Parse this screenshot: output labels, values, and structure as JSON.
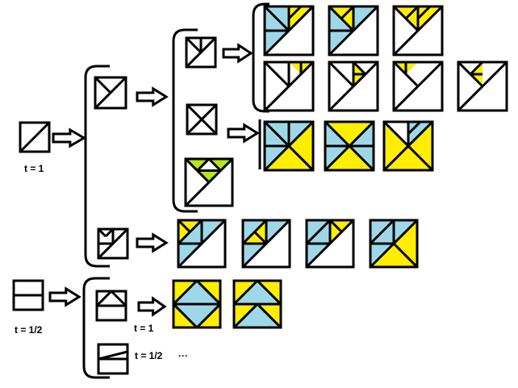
{
  "colors": {
    "blue": "#9ed8e8",
    "yellow": "#ffee00",
    "green": "#b5e61d",
    "line": "#000000",
    "bg": "#ffffff"
  },
  "labels": {
    "root_t1": "t = 1",
    "root_t_half": "t = 1/2",
    "sub_t1": "t = 1",
    "sub_t_half": "t = 1/2",
    "ellipsis": "···"
  },
  "tiles": [
    {
      "id": "root-diag",
      "lines": [
        [
          0,
          1,
          1,
          0
        ]
      ],
      "fills": []
    },
    {
      "id": "root-half",
      "lines": [
        [
          0,
          0.5,
          1,
          0.5
        ]
      ],
      "fills": []
    },
    {
      "id": "diag-v",
      "lines": [
        [
          0,
          1,
          1,
          0
        ],
        [
          0,
          0,
          0.5,
          0.5
        ]
      ],
      "fills": []
    },
    {
      "id": "diag-sub",
      "lines": [
        [
          0,
          1,
          1,
          0
        ],
        [
          0.5,
          0,
          0.5,
          0.5
        ],
        [
          0,
          0.5,
          0.5,
          0.5
        ],
        [
          0,
          0,
          0.25,
          0.25
        ],
        [
          0.25,
          0.25,
          0.5,
          0
        ]
      ],
      "fills": []
    },
    {
      "id": "v-vert",
      "lines": [
        [
          0,
          1,
          1,
          0
        ],
        [
          0,
          0,
          0.5,
          0.5
        ],
        [
          0.5,
          0,
          0.5,
          0.5
        ]
      ],
      "fills": []
    },
    {
      "id": "x",
      "lines": [
        [
          0,
          1,
          1,
          0
        ],
        [
          0,
          0,
          1,
          1
        ]
      ],
      "fills": []
    },
    {
      "id": "green",
      "lines": [
        [
          0,
          1,
          1,
          0
        ],
        [
          0,
          0,
          0.5,
          0.5
        ],
        [
          0.25,
          0.25,
          0.75,
          0.25
        ],
        [
          0.25,
          0.25,
          0.5,
          0
        ],
        [
          0.5,
          0,
          0.75,
          0.25
        ]
      ],
      "fills": [
        [
          "green",
          [
            [
              0,
              0
            ],
            [
              0.5,
              0
            ],
            [
              0.25,
              0.25
            ]
          ]
        ],
        [
          "green",
          [
            [
              0.5,
              0
            ],
            [
              1,
              0
            ],
            [
              0.75,
              0.25
            ]
          ]
        ],
        [
          "green",
          [
            [
              0.25,
              0.25
            ],
            [
              0.75,
              0.25
            ],
            [
              0.5,
              0.5
            ]
          ]
        ]
      ]
    },
    {
      "id": "r1a",
      "lines": [
        [
          0,
          1,
          1,
          0
        ],
        [
          0,
          0,
          0.5,
          0.5
        ],
        [
          0.5,
          0,
          0.5,
          0.5
        ],
        [
          0,
          0.5,
          0.5,
          0.5
        ],
        [
          0.5,
          0.25,
          0.75,
          0
        ]
      ],
      "fills": [
        [
          "blue",
          [
            [
              0,
              0
            ],
            [
              0.5,
              0
            ],
            [
              0.5,
              0.5
            ],
            [
              0,
              0.5
            ]
          ]
        ],
        [
          "blue",
          [
            [
              0,
              0.5
            ],
            [
              0.5,
              0.5
            ],
            [
              0,
              1
            ]
          ]
        ],
        [
          "yellow",
          [
            [
              0.5,
              0
            ],
            [
              1,
              0
            ],
            [
              0.5,
              0.5
            ]
          ]
        ]
      ]
    },
    {
      "id": "r1b",
      "lines": [
        [
          0,
          1,
          1,
          0
        ],
        [
          0,
          0,
          0.5,
          0.5
        ],
        [
          0.5,
          0,
          0.5,
          0.5
        ],
        [
          0,
          0.5,
          0.5,
          0.5
        ],
        [
          0.25,
          0.25,
          0.5,
          0
        ]
      ],
      "fills": [
        [
          "blue",
          [
            [
              0,
              0
            ],
            [
              1,
              0
            ],
            [
              0,
              1
            ]
          ]
        ],
        [
          "yellow",
          [
            [
              0,
              0
            ],
            [
              0.5,
              0
            ],
            [
              0.25,
              0.25
            ]
          ]
        ],
        [
          "yellow",
          [
            [
              0.25,
              0.25
            ],
            [
              0.5,
              0
            ],
            [
              0.5,
              0.5
            ]
          ]
        ]
      ]
    },
    {
      "id": "r1c",
      "lines": [
        [
          0,
          1,
          1,
          0
        ],
        [
          0,
          0,
          0.5,
          0.5
        ],
        [
          0.5,
          0,
          0.5,
          0.5
        ],
        [
          0.25,
          0.25,
          0.5,
          0
        ],
        [
          0.5,
          0.25,
          0.75,
          0
        ]
      ],
      "fills": [
        [
          "yellow",
          [
            [
              0,
              0
            ],
            [
              1,
              0
            ],
            [
              0.5,
              0.5
            ]
          ]
        ]
      ]
    },
    {
      "id": "r2a",
      "lines": [
        [
          0,
          1,
          1,
          0
        ],
        [
          0,
          0,
          0.5,
          0.5
        ],
        [
          0.5,
          0,
          0.5,
          0.5
        ],
        [
          0.75,
          0,
          0.75,
          0.25
        ]
      ],
      "fills": [
        [
          "yellow",
          [
            [
              0.5,
              0
            ],
            [
              1,
              0
            ],
            [
              0.75,
              0.25
            ]
          ]
        ]
      ]
    },
    {
      "id": "r2b",
      "lines": [
        [
          0,
          1,
          1,
          0
        ],
        [
          0,
          0,
          0.5,
          0.5
        ],
        [
          0.5,
          0,
          0.5,
          0.5
        ],
        [
          0.5,
          0.25,
          0.75,
          0.25
        ],
        [
          0.5,
          0,
          0.75,
          0.25
        ]
      ],
      "fills": [
        [
          "yellow",
          [
            [
              0.5,
              0
            ],
            [
              0.75,
              0.25
            ],
            [
              0.5,
              0.25
            ]
          ]
        ],
        [
          "yellow",
          [
            [
              0.5,
              0.25
            ],
            [
              0.75,
              0.25
            ],
            [
              0.5,
              0.5
            ]
          ]
        ]
      ]
    },
    {
      "id": "r2c",
      "lines": [
        [
          0,
          1,
          1,
          0
        ],
        [
          0,
          0,
          0.5,
          0.5
        ],
        [
          0.25,
          0,
          0.25,
          0.25
        ]
      ],
      "fills": [
        [
          "yellow",
          [
            [
              0,
              0
            ],
            [
              0.5,
              0
            ],
            [
              0.25,
              0.25
            ]
          ]
        ]
      ]
    },
    {
      "id": "r2d",
      "lines": [
        [
          0,
          1,
          1,
          0
        ],
        [
          0,
          0,
          0.5,
          0.5
        ],
        [
          0.25,
          0.25,
          0.5,
          0.25
        ],
        [
          0.25,
          0.25,
          0.5,
          0
        ]
      ],
      "fills": [
        [
          "yellow",
          [
            [
              0.25,
              0.25
            ],
            [
              0.5,
              0
            ],
            [
              0.5,
              0.5
            ]
          ]
        ]
      ]
    },
    {
      "id": "x1",
      "lines": [
        [
          0,
          1,
          1,
          0
        ],
        [
          0,
          0,
          1,
          1
        ],
        [
          0.5,
          0,
          0.5,
          0.5
        ],
        [
          0,
          0.5,
          0.5,
          0.5
        ]
      ],
      "fills": [
        [
          "blue",
          [
            [
              0,
              0
            ],
            [
              1,
              0
            ],
            [
              0.5,
              0.5
            ],
            [
              0,
              1
            ]
          ]
        ],
        [
          "yellow",
          [
            [
              1,
              0
            ],
            [
              1,
              1
            ],
            [
              0,
              1
            ],
            [
              0.5,
              0.5
            ]
          ]
        ]
      ]
    },
    {
      "id": "x2",
      "lines": [
        [
          0,
          1,
          1,
          0
        ],
        [
          0,
          0,
          1,
          1
        ],
        [
          0,
          0.5,
          1,
          0.5
        ]
      ],
      "fills": [
        [
          "blue",
          [
            [
              0,
              0
            ],
            [
              1,
              0
            ],
            [
              1,
              1
            ],
            [
              0,
              1
            ]
          ]
        ],
        [
          "yellow",
          [
            [
              0,
              0
            ],
            [
              1,
              0
            ],
            [
              0.5,
              0.5
            ]
          ]
        ],
        [
          "yellow",
          [
            [
              0,
              1
            ],
            [
              1,
              1
            ],
            [
              0.5,
              0.5
            ]
          ]
        ]
      ]
    },
    {
      "id": "x3",
      "lines": [
        [
          0,
          1,
          1,
          0
        ],
        [
          0,
          0,
          1,
          1
        ],
        [
          0.5,
          0,
          0.5,
          0.5
        ],
        [
          0.5,
          0.25,
          0.75,
          0
        ]
      ],
      "fills": [
        [
          "yellow",
          [
            [
              0,
              0
            ],
            [
              1,
              0
            ],
            [
              1,
              1
            ],
            [
              0,
              1
            ]
          ]
        ],
        [
          "bg",
          [
            [
              0,
              0
            ],
            [
              0.5,
              0
            ],
            [
              0.5,
              0.5
            ]
          ]
        ],
        [
          "blue",
          [
            [
              0.5,
              0
            ],
            [
              1,
              0
            ],
            [
              0.5,
              0.5
            ]
          ]
        ]
      ]
    },
    {
      "id": "s1",
      "lines": [
        [
          0,
          1,
          1,
          0
        ],
        [
          0,
          0.5,
          0.5,
          0.5
        ],
        [
          0.5,
          0,
          0.5,
          0.5
        ],
        [
          0,
          0.5,
          0.5,
          0
        ],
        [
          0,
          0,
          0.25,
          0.25
        ]
      ],
      "fills": [
        [
          "blue",
          [
            [
              0,
              0
            ],
            [
              1,
              0
            ],
            [
              0,
              1
            ]
          ]
        ],
        [
          "yellow",
          [
            [
              0,
              0
            ],
            [
              0.5,
              0
            ],
            [
              0.25,
              0.25
            ],
            [
              0,
              0.5
            ]
          ]
        ]
      ]
    },
    {
      "id": "s2",
      "lines": [
        [
          0,
          1,
          1,
          0
        ],
        [
          0,
          0.5,
          0.5,
          0.5
        ],
        [
          0.5,
          0,
          0.5,
          0.5
        ],
        [
          0,
          0.5,
          0.5,
          0
        ],
        [
          0.25,
          0.25,
          0.5,
          0.5
        ]
      ],
      "fills": [
        [
          "blue",
          [
            [
              0,
              0
            ],
            [
              1,
              0
            ],
            [
              0,
              1
            ]
          ]
        ],
        [
          "yellow",
          [
            [
              0.25,
              0.25
            ],
            [
              0.5,
              0
            ],
            [
              0.5,
              0.5
            ],
            [
              0,
              0.5
            ]
          ]
        ]
      ]
    },
    {
      "id": "s3",
      "lines": [
        [
          0,
          1,
          1,
          0
        ],
        [
          0,
          0.5,
          0.5,
          0.5
        ],
        [
          0.5,
          0,
          0.5,
          0.5
        ],
        [
          0,
          0.5,
          0.5,
          0
        ],
        [
          0.5,
          0,
          0.75,
          0.25
        ]
      ],
      "fills": [
        [
          "blue",
          [
            [
              0,
              0
            ],
            [
              1,
              0
            ],
            [
              0,
              1
            ]
          ]
        ],
        [
          "yellow",
          [
            [
              0.5,
              0
            ],
            [
              1,
              0
            ],
            [
              0.5,
              0.5
            ]
          ]
        ]
      ]
    },
    {
      "id": "s4",
      "lines": [
        [
          0,
          1,
          1,
          0
        ],
        [
          0,
          0.5,
          0.5,
          0.5
        ],
        [
          0.5,
          0,
          0.5,
          0.5
        ],
        [
          0,
          0.5,
          0.5,
          0
        ],
        [
          0.5,
          0.5,
          1,
          1
        ]
      ],
      "fills": [
        [
          "blue",
          [
            [
              0,
              0
            ],
            [
              1,
              0
            ],
            [
              0,
              1
            ]
          ]
        ],
        [
          "yellow",
          [
            [
              1,
              0
            ],
            [
              1,
              1
            ],
            [
              0,
              1
            ]
          ]
        ],
        [
          "blue",
          [
            [
              0,
              1
            ],
            [
              0.5,
              0.5
            ],
            [
              0,
              0.5
            ]
          ]
        ]
      ]
    },
    {
      "id": "half-tri",
      "lines": [
        [
          0,
          0.5,
          1,
          0.5
        ],
        [
          0,
          0.5,
          0.5,
          0
        ],
        [
          0.5,
          0,
          1,
          0.5
        ]
      ],
      "fills": []
    },
    {
      "id": "half-slant",
      "lines": [
        [
          0,
          0.5,
          1,
          0.5
        ],
        [
          0,
          0.5,
          1,
          0.25
        ]
      ],
      "fills": []
    },
    {
      "id": "h1",
      "lines": [
        [
          0,
          0.5,
          1,
          0.5
        ],
        [
          0,
          0.5,
          0.5,
          0
        ],
        [
          0.5,
          0,
          1,
          0.5
        ],
        [
          0,
          0.5,
          0.5,
          1
        ],
        [
          0.5,
          1,
          1,
          0.5
        ]
      ],
      "fills": [
        [
          "yellow",
          [
            [
              0,
              0
            ],
            [
              1,
              0
            ],
            [
              1,
              1
            ],
            [
              0,
              1
            ]
          ]
        ],
        [
          "blue",
          [
            [
              0.5,
              0
            ],
            [
              1,
              0.5
            ],
            [
              0.5,
              1
            ],
            [
              0,
              0.5
            ]
          ]
        ]
      ]
    },
    {
      "id": "h2",
      "lines": [
        [
          0,
          0.5,
          1,
          0.5
        ],
        [
          0,
          0.5,
          0.5,
          0
        ],
        [
          0.5,
          0,
          1,
          0.5
        ],
        [
          0,
          1,
          0.5,
          0.5
        ],
        [
          0.5,
          0.5,
          1,
          1
        ]
      ],
      "fills": [
        [
          "yellow",
          [
            [
              0,
              0
            ],
            [
              1,
              0
            ],
            [
              1,
              1
            ],
            [
              0,
              1
            ]
          ]
        ],
        [
          "blue",
          [
            [
              0.5,
              0
            ],
            [
              1,
              0.5
            ],
            [
              0,
              0.5
            ]
          ]
        ],
        [
          "blue",
          [
            [
              0.5,
              0.5
            ],
            [
              1,
              1
            ],
            [
              0,
              1
            ]
          ]
        ]
      ]
    }
  ]
}
